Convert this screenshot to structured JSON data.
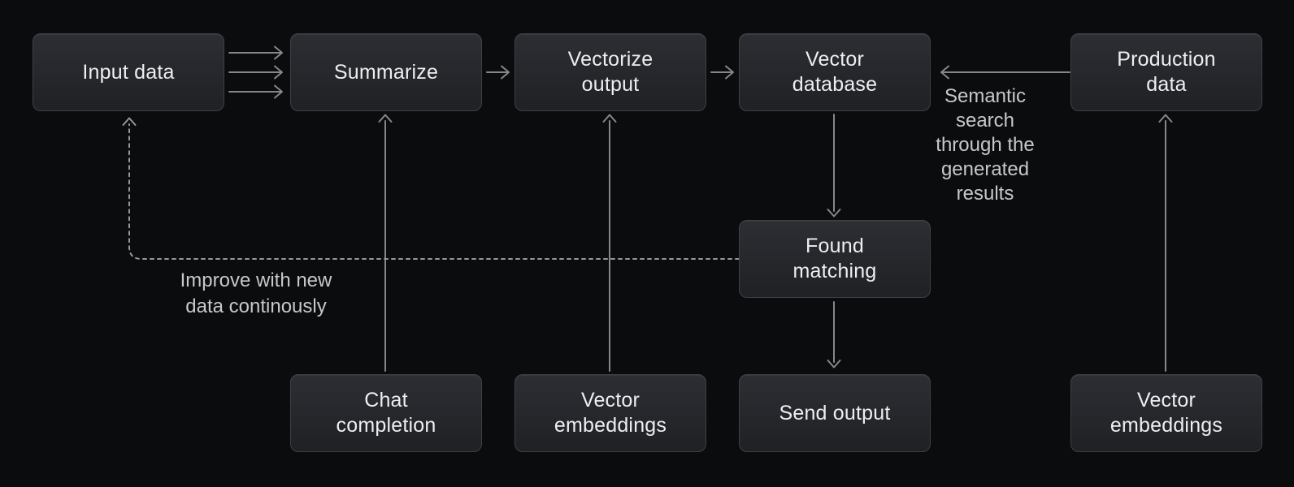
{
  "diagram": {
    "background_color": "#0b0c0e",
    "box_fill_top": "#2c2e33",
    "box_fill_bottom": "#1f2125",
    "box_border_color": "#3d4045",
    "box_text_color": "#edeef0",
    "arrow_color": "#85878a",
    "dashed_arrow_color": "#96989b",
    "edge_label_color": "#c6c8ca"
  },
  "nodes": [
    {
      "id": "input-data",
      "label": "Input data"
    },
    {
      "id": "summarize",
      "label": "Summarize"
    },
    {
      "id": "vectorize-output",
      "label": "Vectorize\noutput"
    },
    {
      "id": "vector-database",
      "label": "Vector\ndatabase"
    },
    {
      "id": "production-data",
      "label": "Production\ndata"
    },
    {
      "id": "found-matching",
      "label": "Found\nmatching"
    },
    {
      "id": "chat-completion",
      "label": "Chat\ncompletion"
    },
    {
      "id": "vector-embeddings-left",
      "label": "Vector\nembeddings"
    },
    {
      "id": "send-output",
      "label": "Send output"
    },
    {
      "id": "vector-embeddings-right",
      "label": "Vector\nembeddings"
    }
  ],
  "edges": [
    {
      "from": "input-data",
      "to": "summarize",
      "style": "solid",
      "lines": 3,
      "label": ""
    },
    {
      "from": "summarize",
      "to": "vectorize-output",
      "style": "solid",
      "label": ""
    },
    {
      "from": "vectorize-output",
      "to": "vector-database",
      "style": "solid",
      "label": ""
    },
    {
      "from": "production-data",
      "to": "vector-database",
      "style": "solid",
      "label": "Semantic\nsearch\nthrough the\ngenerated\nresults"
    },
    {
      "from": "vector-database",
      "to": "found-matching",
      "style": "solid",
      "label": ""
    },
    {
      "from": "found-matching",
      "to": "send-output",
      "style": "solid",
      "label": ""
    },
    {
      "from": "chat-completion",
      "to": "summarize",
      "style": "solid",
      "label": ""
    },
    {
      "from": "vector-embeddings-left",
      "to": "vectorize-output",
      "style": "solid",
      "label": ""
    },
    {
      "from": "vector-embeddings-right",
      "to": "production-data",
      "style": "solid",
      "label": ""
    },
    {
      "from": "found-matching",
      "to": "input-data",
      "style": "dashed",
      "label": "Improve with new\ndata continously"
    }
  ]
}
